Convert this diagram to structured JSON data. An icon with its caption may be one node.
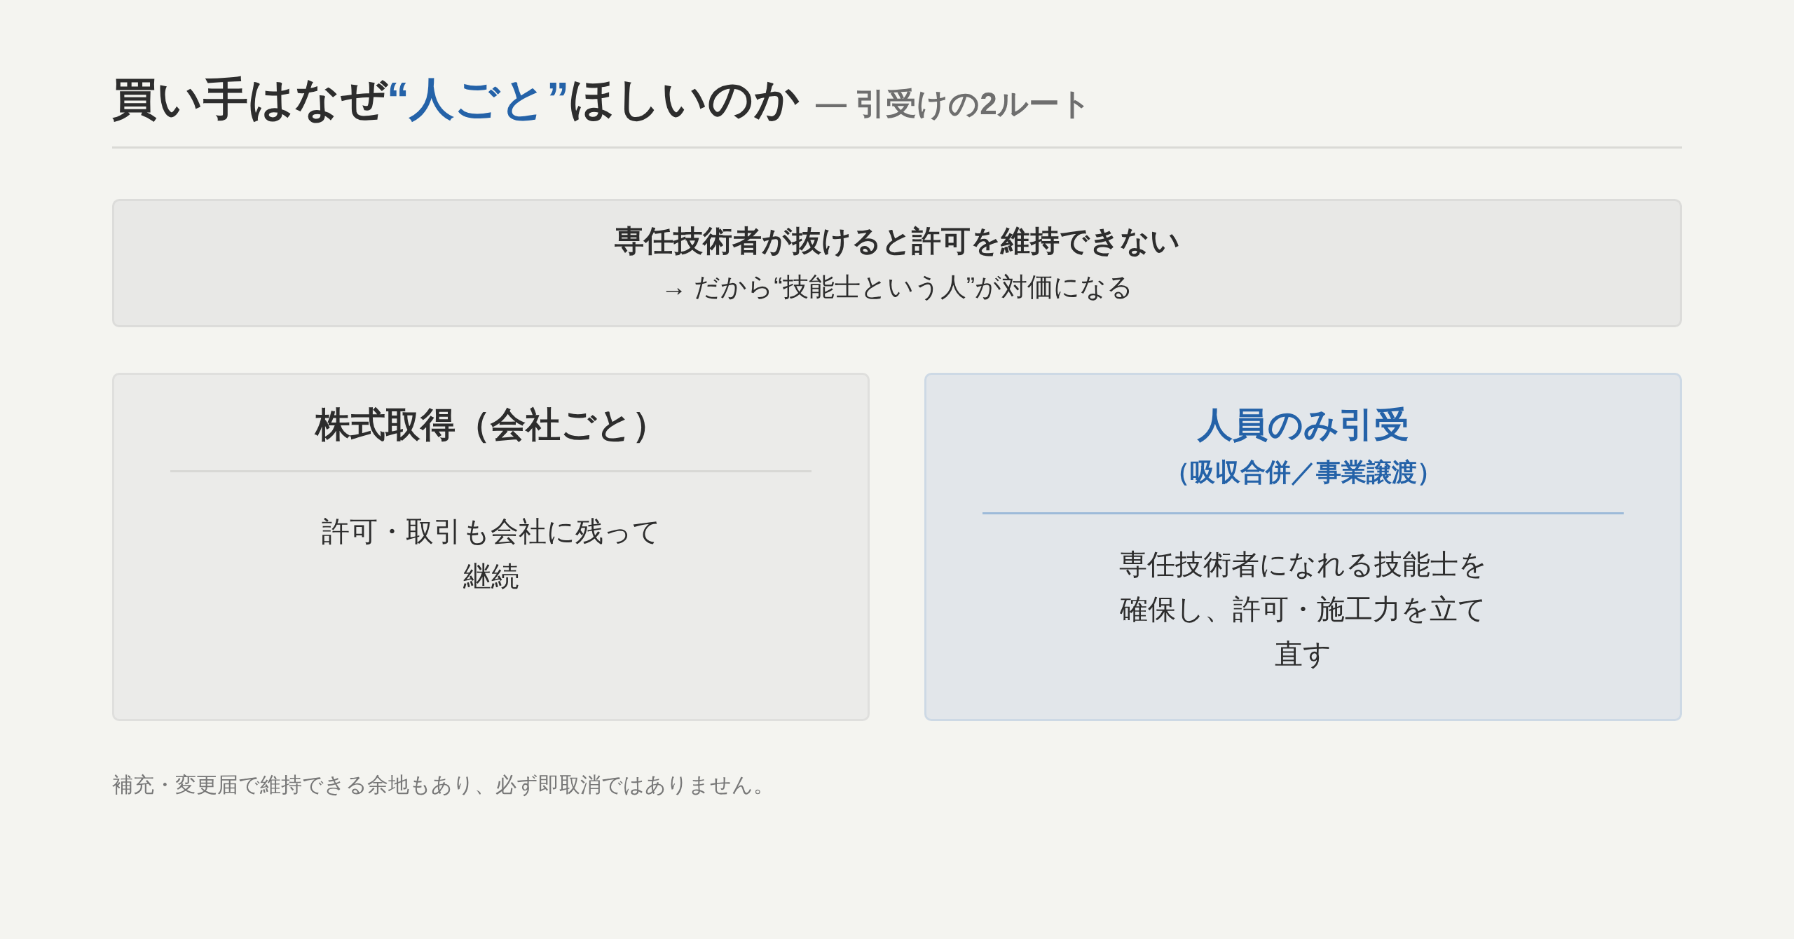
{
  "diagram": {
    "title": "買い手はなぜ**“人ごと”**ほしいのか",
    "nodes": [
      {
        "text": [
          "専任技術者が抜けると許可を維持できない",
          "→ だから“技能士という人”が対価になる"
        ]
      },
      {
        "text": [
          "株式取得（会社ごと）",
          "許可・取引も会社に残って継続"
        ]
      },
      {
        "text": [
          "人員のみ引受",
          "（吸収合併／事業譲渡）",
          "専任技術者になれる技能士を確保し、許可・施工力を立て直す"
        ]
      }
    ],
    "labels": [
      "— 引受けの2ルート",
      "補充・変更届で維持できる余地もあり、必ず即取消ではありません。"
    ]
  }
}
